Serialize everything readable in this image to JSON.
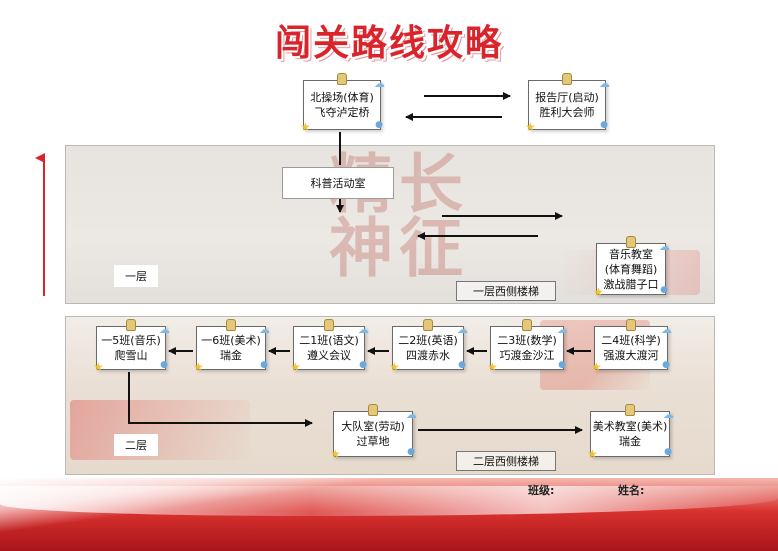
{
  "title": "闯关路线攻略",
  "floor1": {
    "label": "一层",
    "stairs": "一层西侧楼梯",
    "science_room": "科普活动室",
    "music_room": [
      "音乐教室",
      "(体育舞蹈)",
      "激战腊子口"
    ]
  },
  "top": {
    "north_field": [
      "北操场(体育)",
      "飞夺泸定桥"
    ],
    "hall": [
      "报告厅(启动)",
      "胜利大会师"
    ]
  },
  "floor2": {
    "label": "二层",
    "stairs": "二层西侧楼梯",
    "classes": [
      [
        "一5班(音乐)",
        "爬雪山"
      ],
      [
        "一6班(美术)",
        "瑞金"
      ],
      [
        "二1班(语文)",
        "遵义会议"
      ],
      [
        "二2班(英语)",
        "四渡赤水"
      ],
      [
        "二3班(数学)",
        "巧渡金沙江"
      ],
      [
        "二4班(科学)",
        "强渡大渡河"
      ]
    ],
    "brigade_room": [
      "大队室(劳动)",
      "过草地"
    ],
    "art_room": [
      "美术教室(美术)",
      "瑞金"
    ]
  },
  "background_text": "长征精神",
  "footer": {
    "class_label": "班级:",
    "name_label": "姓名:"
  },
  "colors": {
    "title": "#d9242b",
    "arrow": "#111111",
    "up_arrow": "#d9242b"
  }
}
